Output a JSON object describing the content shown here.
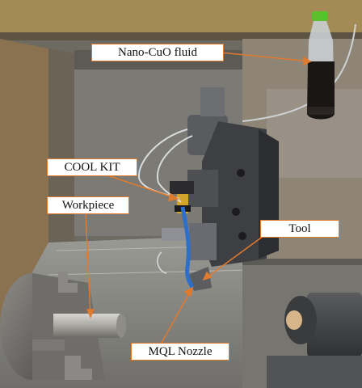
{
  "labels": {
    "fluid": "Nano-CuO fluid",
    "cool_kit": "COOL KIT",
    "workpiece": "Workpiece",
    "tool": "Tool",
    "mql_nozzle": "MQL Nozzle"
  },
  "colors": {
    "callout_border": "#e07a2e",
    "callout_arrow": "#e07a2e"
  }
}
